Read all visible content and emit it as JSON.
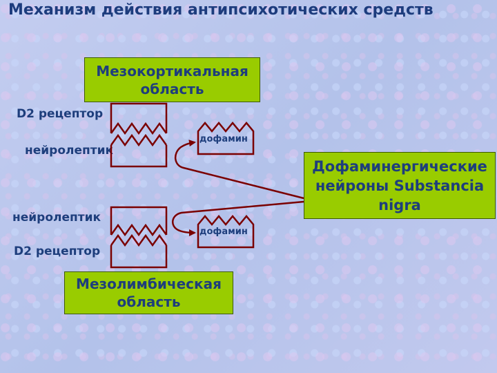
{
  "title": "Механизм действия антипсихотических средств",
  "boxes": {
    "mesocortical": "Мезокортикальная область",
    "mesolimbic": "Мезолимбическая область",
    "substantia": "Дофаминергические нейроны Substancia nigra"
  },
  "labels": {
    "d2_top": "D2 рецептор",
    "neuroleptic_top": "нейролептик",
    "neuroleptic_bottom": "нейролептик",
    "d2_bottom": "D2 рецептор",
    "dopamine_top": "дофамин",
    "dopamine_bottom": "дофамин"
  },
  "colors": {
    "box_fill": "#99cc00",
    "text": "#1e3e7c",
    "lines": "#7a0000"
  }
}
